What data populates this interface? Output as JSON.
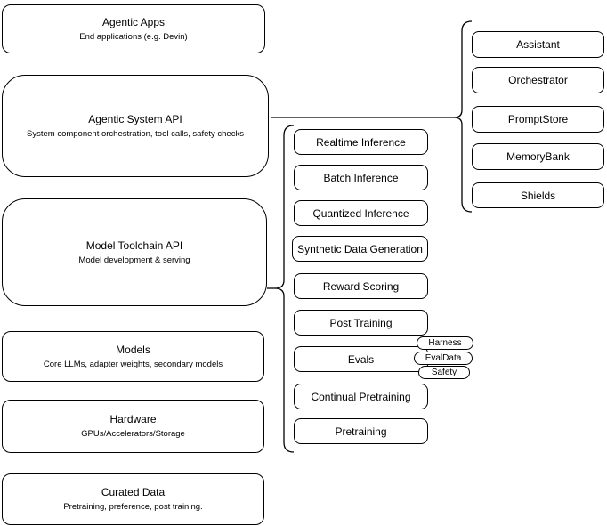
{
  "diagram": {
    "left_stack": [
      {
        "title": "Agentic Apps",
        "subtitle": "End applications (e.g. Devin)"
      },
      {
        "title": "Agentic System API",
        "subtitle": "System component orchestration, tool calls, safety checks"
      },
      {
        "title": "Model Toolchain API",
        "subtitle": "Model development & serving"
      },
      {
        "title": "Models",
        "subtitle": "Core LLMs, adapter weights, secondary models"
      },
      {
        "title": "Hardware",
        "subtitle": "GPUs/Accelerators/Storage"
      },
      {
        "title": "Curated Data",
        "subtitle": "Pretraining, preference, post training."
      }
    ],
    "toolchain_components": [
      "Realtime Inference",
      "Batch Inference",
      "Quantized Inference",
      "Synthetic Data Generation",
      "Reward Scoring",
      "Post Training",
      "Evals",
      "Continual Pretraining",
      "Pretraining"
    ],
    "eval_tags": [
      "Harness",
      "EvalData",
      "Safety"
    ],
    "system_components": [
      "Assistant",
      "Orchestrator",
      "PromptStore",
      "MemoryBank",
      "Shields"
    ],
    "colors": {
      "stroke": "#000000",
      "fill": "#ffffff",
      "text": "#000000",
      "background": "#ffffff"
    }
  }
}
